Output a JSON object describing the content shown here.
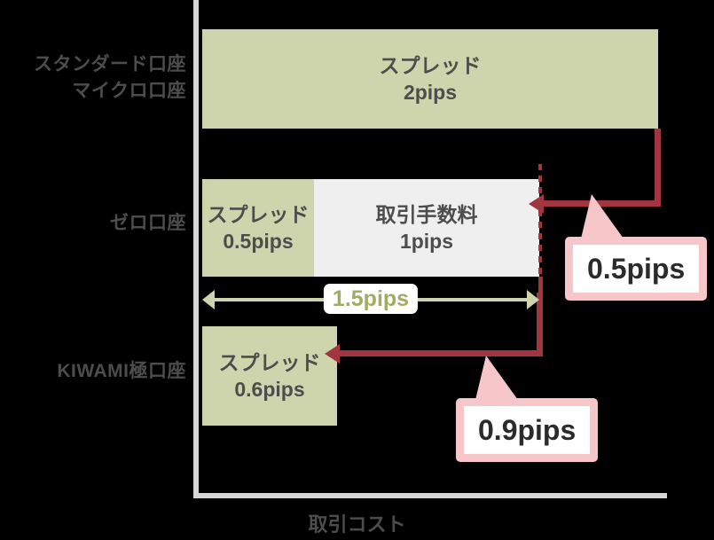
{
  "chart_data": {
    "type": "bar",
    "title": "",
    "xlabel": "取引コスト",
    "ylabel": "",
    "orientation": "horizontal",
    "stacked": true,
    "grid": false,
    "legend": false,
    "unit": "pips",
    "categories": [
      "スタンダード口座\nマイクロ口座",
      "ゼロ口座",
      "KIWAMI極口座"
    ],
    "series": [
      {
        "name": "スプレッド",
        "values": [
          2,
          0.5,
          0.6
        ]
      },
      {
        "name": "取引手数料",
        "values": [
          0,
          1,
          0
        ]
      }
    ],
    "totals": [
      2,
      1.5,
      0.6
    ],
    "annotations": [
      {
        "label": "1.5pips",
        "type": "span-arrow",
        "from": 0,
        "to": 1.5,
        "row": "ゼロ口座"
      },
      {
        "label": "0.5pips",
        "type": "callout",
        "meaning": "スタンダード口座/マイクロ口座 と ゼロ口座 の差"
      },
      {
        "label": "0.9pips",
        "type": "callout",
        "meaning": "ゼロ口座 と KIWAMI極口座 の差"
      }
    ],
    "colors": {
      "spread_bar": "#ced5ac",
      "commission_bar": "#efefef",
      "arrow_red": "#a23540",
      "callout_pink": "#f6c6c9",
      "span_arrow": "#ced5ac",
      "span_label_text": "#a0ac62",
      "axis": "#d6d6d4",
      "text": "#4d4d4d",
      "background": "#000000"
    }
  },
  "rows": [
    {
      "label_line1": "スタンダード口座",
      "label_line2": "マイクロ口座",
      "bars": [
        {
          "title": "スプレッド",
          "value": "2pips"
        }
      ]
    },
    {
      "label_line1": "ゼロ口座",
      "label_line2": "",
      "bars": [
        {
          "title": "スプレッド",
          "value": "0.5pips"
        },
        {
          "title": "取引手数料",
          "value": "1pips"
        }
      ],
      "span_label": "1.5pips"
    },
    {
      "label_line1": "KIWAMI極口座",
      "label_line2": "",
      "bars": [
        {
          "title": "スプレッド",
          "value": "0.6pips"
        }
      ]
    }
  ],
  "callouts": [
    {
      "text": "0.5pips"
    },
    {
      "text": "0.9pips"
    }
  ],
  "axis": {
    "x_title": "取引コスト"
  }
}
